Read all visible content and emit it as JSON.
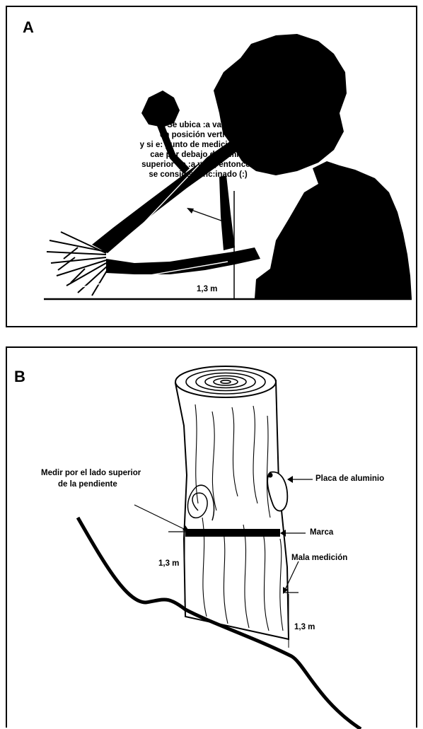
{
  "panel_a": {
    "letter": "A",
    "note_lines": [
      "Se ubica :a vara",
      "en posición vertica:",
      "y si e: punto de medición de d",
      "cae por debajo de: :ímite",
      "superior de :a vara, entonces",
      "se considera inc:inado (:)"
    ],
    "height_label": "1,3 m"
  },
  "panel_b": {
    "letter": "B",
    "measure_label_line1": "Medir por el lado superior",
    "measure_label_line2": "de la pendiente",
    "plate_label": "Placa de aluminio",
    "mark_label": "Marca",
    "bad_label": "Mala medición",
    "height_left": "1,3 m",
    "height_right": "1,3 m"
  },
  "colors": {
    "ink": "#000000",
    "paper": "#ffffff"
  }
}
